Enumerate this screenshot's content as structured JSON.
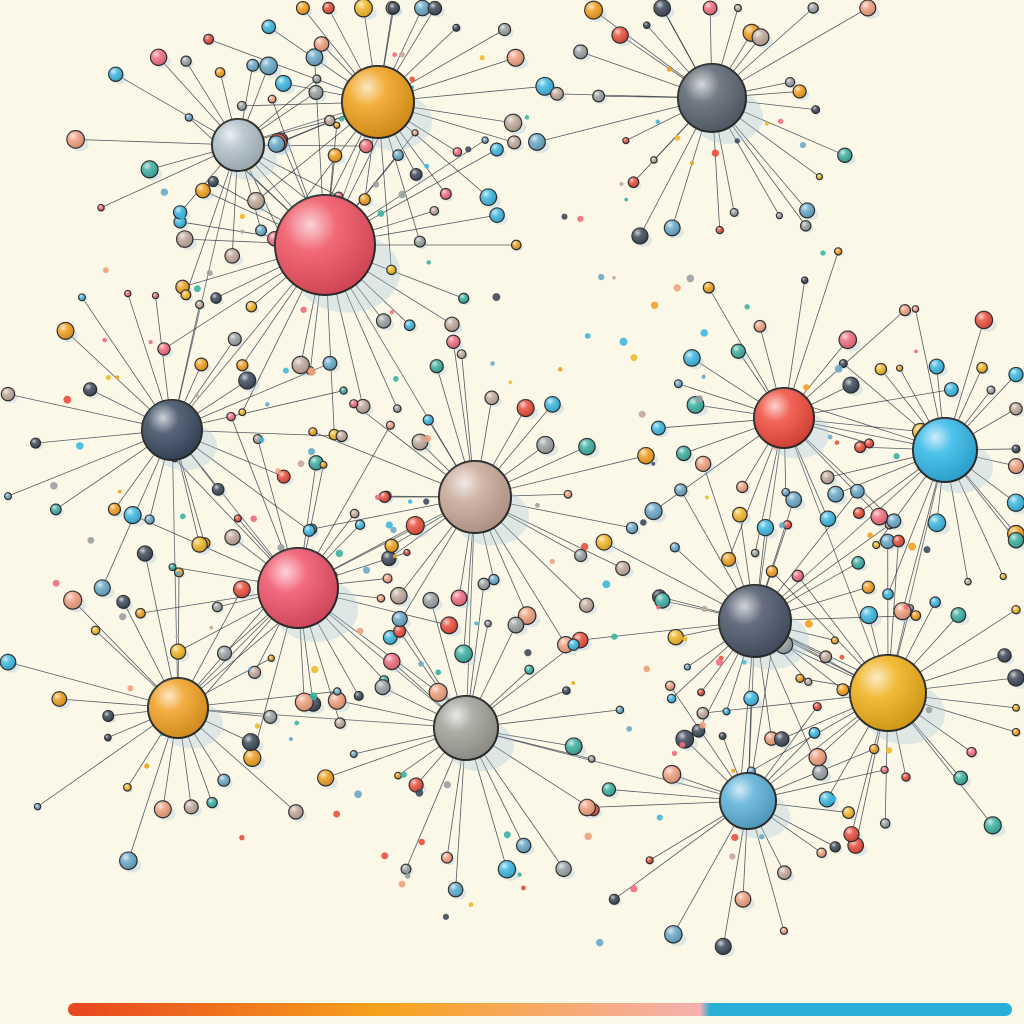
{
  "palette": {
    "red": "#e94e3c",
    "pink": "#f06d7e",
    "orange": "#f0a020",
    "amber": "#f0b828",
    "slate": "#3e4a5a",
    "gray": "#9aa0a0",
    "taupe": "#c0a89a",
    "sky": "#3db8e0",
    "teal": "#3cb0a0",
    "steelblue": "#6aa8c8",
    "salmon": "#f0a080"
  },
  "band_colors": [
    "#e8451f",
    "#f6a21b",
    "#f6b0b0",
    "#2ab0d6"
  ],
  "band_shares": [
    0.33,
    0.34,
    0.01,
    0.32
  ],
  "hubs": [
    {
      "id": "h1",
      "color": "#f05060",
      "r": 50,
      "degree": 34
    },
    {
      "id": "h2",
      "color": "#f05068",
      "r": 40,
      "degree": 30
    },
    {
      "id": "h3",
      "color": "#c8a898",
      "r": 36,
      "degree": 30
    },
    {
      "id": "h4",
      "color": "#4a5568",
      "r": 36,
      "degree": 30
    },
    {
      "id": "h5",
      "color": "#f0a018",
      "r": 36,
      "degree": 30
    },
    {
      "id": "h6",
      "color": "#f0b018",
      "r": 38,
      "degree": 28
    },
    {
      "id": "h7",
      "color": "#30b8e8",
      "r": 32,
      "degree": 26
    },
    {
      "id": "h8",
      "color": "#5a6470",
      "r": 34,
      "degree": 30
    },
    {
      "id": "h9",
      "color": "#f04a3a",
      "r": 30,
      "degree": 24
    },
    {
      "id": "h10",
      "color": "#a0a098",
      "r": 32,
      "degree": 26
    },
    {
      "id": "h11",
      "color": "#3a4a60",
      "r": 30,
      "degree": 24
    },
    {
      "id": "h12",
      "color": "#f0a020",
      "r": 30,
      "degree": 24
    },
    {
      "id": "h13",
      "color": "#5ab0d8",
      "r": 28,
      "degree": 22
    },
    {
      "id": "h14",
      "color": "#b0c0c8",
      "r": 26,
      "degree": 20
    }
  ]
}
